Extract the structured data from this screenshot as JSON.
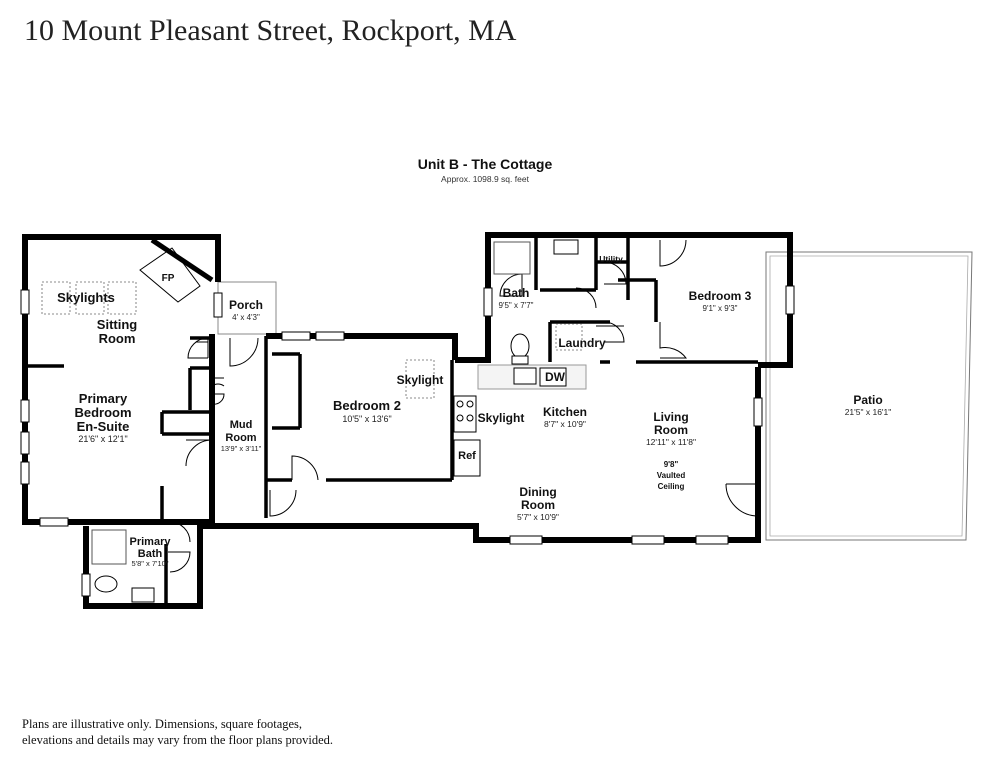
{
  "header": {
    "title": "10 Mount Pleasant Street, Rockport, MA"
  },
  "plan": {
    "title": "Unit B - The Cottage",
    "area": "Approx. 1098.9 sq. feet"
  },
  "rooms": {
    "sitting_room": {
      "name_line1": "Sitting",
      "name_line2": "Room"
    },
    "skylights": "Skylights",
    "fireplace": "FP",
    "primary_bedroom": {
      "name_line1": "Primary",
      "name_line2": "Bedroom",
      "name_line3": "En-Suite",
      "dims": "21'6\" x 12'1\""
    },
    "porch": {
      "name": "Porch",
      "dims": "4' x 4'3\""
    },
    "mud_room": {
      "name_line1": "Mud",
      "name_line2": "Room",
      "dims": "13'9\" x 3'11\""
    },
    "primary_bath": {
      "name_line1": "Primary",
      "name_line2": "Bath",
      "dims": "5'8\" x 7'10\""
    },
    "bedroom2": {
      "name": "Bedroom 2",
      "dims": "10'5\" x 13'6\""
    },
    "skylight_bedroom2": "Skylight",
    "bath": {
      "name": "Bath",
      "dims": "9'5\" x 7'7\""
    },
    "utility": "Utility",
    "laundry": "Laundry",
    "bedroom3": {
      "name": "Bedroom 3",
      "dims": "9'1\" x 9'3\""
    },
    "dw": "DW",
    "skylight_kitchen": "Skylight",
    "kitchen": {
      "name": "Kitchen",
      "dims": "8'7\" x 10'9\""
    },
    "ref": "Ref",
    "dining_room": {
      "name_line1": "Dining",
      "name_line2": "Room",
      "dims": "5'7\" x 10'9\""
    },
    "living_room": {
      "name_line1": "Living",
      "name_line2": "Room",
      "dims": "12'11\" x 11'8\"",
      "ceiling_line1": "9'8\"",
      "ceiling_line2": "Vaulted",
      "ceiling_line3": "Ceiling"
    },
    "patio": {
      "name": "Patio",
      "dims": "21'5\" x 16'1\""
    }
  },
  "footer": {
    "line1": "Plans are illustrative only. Dimensions, square footages,",
    "line2": "elevations and details may vary from the floor plans provided."
  }
}
